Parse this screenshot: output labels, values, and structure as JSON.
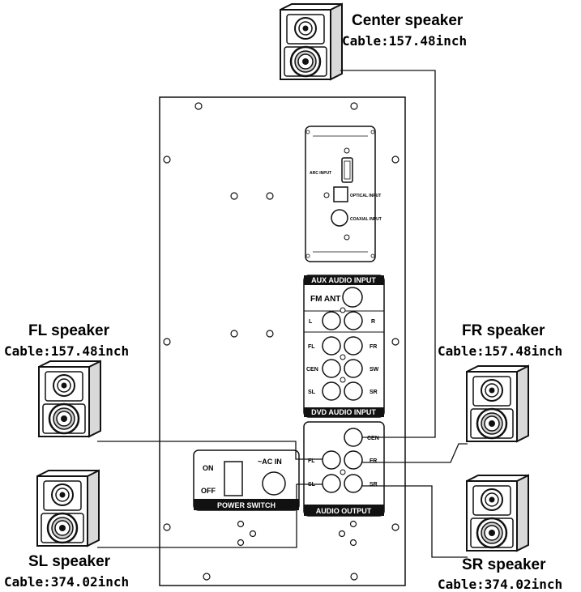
{
  "speakers": {
    "center": {
      "name": "Center speaker",
      "cable": "Cable:157.48inch"
    },
    "fl": {
      "name": "FL speaker",
      "cable": "Cable:157.48inch"
    },
    "fr": {
      "name": "FR speaker",
      "cable": "Cable:157.48inch"
    },
    "sl": {
      "name": "SL speaker",
      "cable": "Cable:374.02inch"
    },
    "sr": {
      "name": "SR speaker",
      "cable": "Cable:374.02inch"
    }
  },
  "hdmi_panel": {
    "arc_input": "ARC INPUT",
    "optical_input": "OPTICAL INPUT",
    "coaxial_input": "COAXIAL INPUT"
  },
  "aux_panel": {
    "title": "AUX AUDIO INPUT",
    "fm_ant": "FM ANT",
    "left": "L",
    "right": "R"
  },
  "dvd_panel": {
    "title": "DVD AUDIO INPUT",
    "fl": "FL",
    "fr": "FR",
    "cen": "CEN",
    "sw": "SW",
    "sl": "SL",
    "sr": "SR"
  },
  "audio_output": {
    "title": "AUDIO OUTPUT",
    "cen": "CEN",
    "fl": "FL",
    "fr": "FR",
    "sl": "SL",
    "sr": "SR"
  },
  "power": {
    "on": "ON",
    "off": "OFF",
    "ac_in": "~AC IN",
    "title": "POWER SWITCH"
  }
}
